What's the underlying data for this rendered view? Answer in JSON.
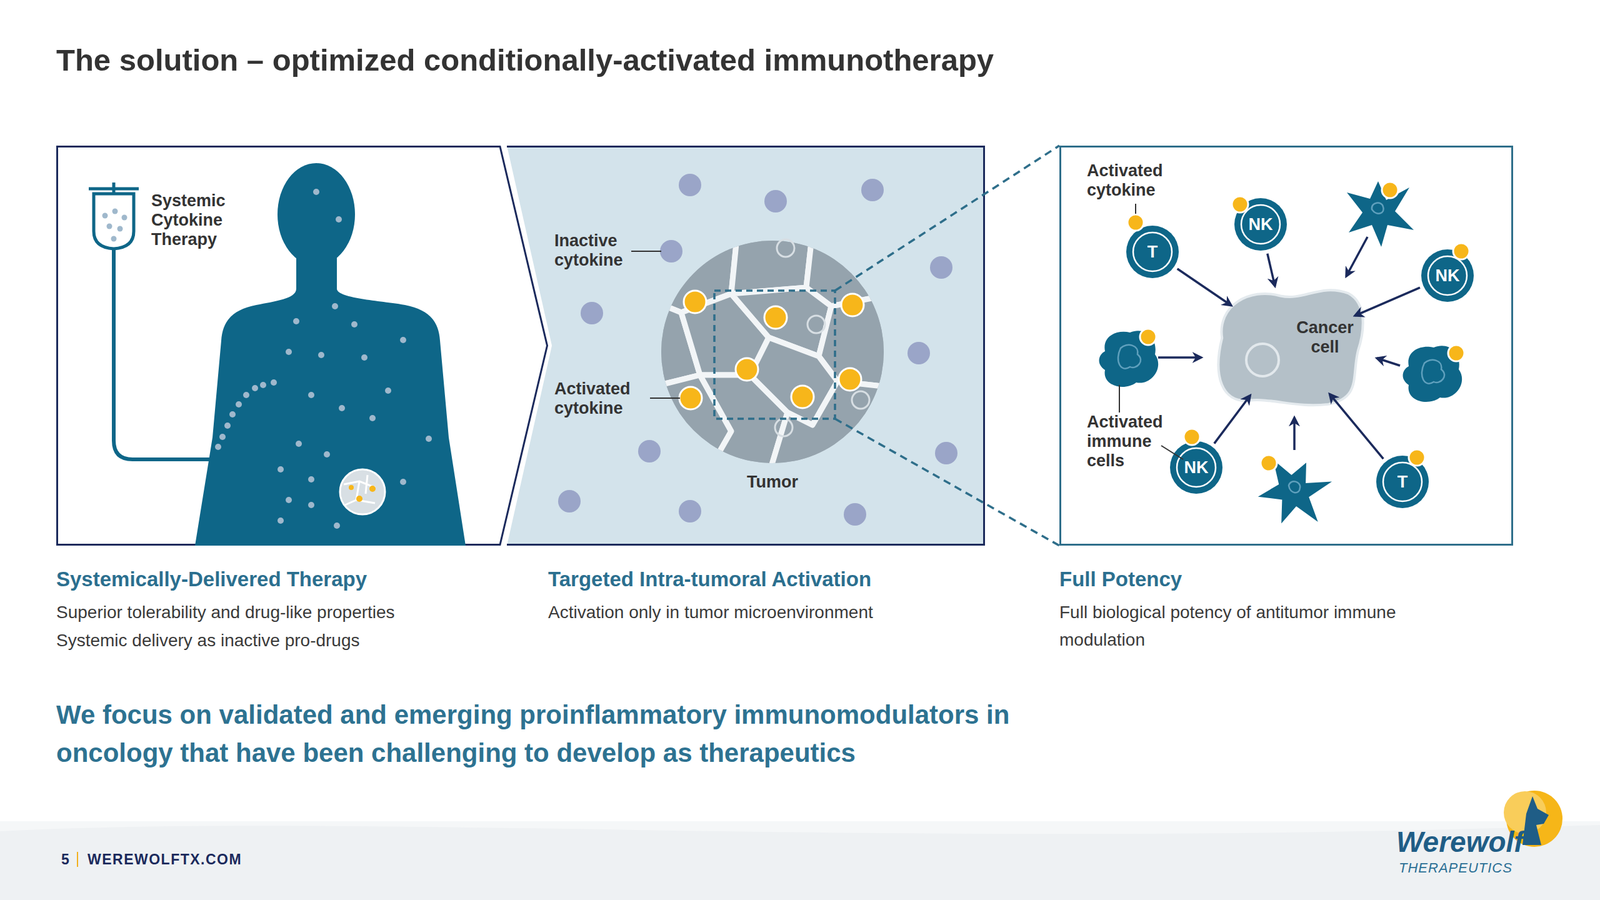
{
  "diagram": {
    "title": "The solution – optimized conditionally-activated immunotherapy",
    "caption": "We focus on validated and emerging proinflammatory immunomodulators in oncology that have been challenging to develop as therapeutics",
    "nodes": [
      {
        "text": [
          "Systemically-Delivered Therapy",
          "Superior tolerability and drug-like properties",
          "Systemic delivery as inactive pro-drugs"
        ]
      },
      {
        "text": [
          "Targeted Intra-tumoral Activation",
          "Activation only in tumor microenvironment"
        ]
      },
      {
        "text": [
          "Tumor"
        ],
        "in": 1
      },
      {
        "text": [
          "Full Potency",
          "Full biological potency of antitumor immune modulation"
        ]
      },
      {
        "text": [
          "T"
        ],
        "in": 3
      },
      {
        "text": [
          "NK"
        ],
        "in": 3
      },
      {
        "text": [
          "NK"
        ],
        "in": 3
      },
      {
        "text": [
          "Cancer cell"
        ],
        "in": 3
      },
      {
        "text": [
          "NK"
        ],
        "in": 3
      },
      {
        "text": [
          "T"
        ],
        "in": 3
      }
    ],
    "edges": [
      {
        "from": 4,
        "to": 7,
        "arrow": "to"
      },
      {
        "from": 5,
        "to": 7,
        "arrow": "to"
      },
      {
        "from": 6,
        "to": 7,
        "arrow": "to"
      },
      {
        "from": 8,
        "to": 7,
        "arrow": "to"
      },
      {
        "from": 9,
        "to": 7,
        "arrow": "to"
      }
    ],
    "labels": [
      "Systemic Cytokine Therapy",
      "Inactive cytokine",
      "Activated cytokine",
      "Activated cytokine",
      "Activated immune cells",
      "5",
      "WEREWOLFTX.COM",
      "Werewolf",
      "THERAPEUTICS"
    ]
  }
}
